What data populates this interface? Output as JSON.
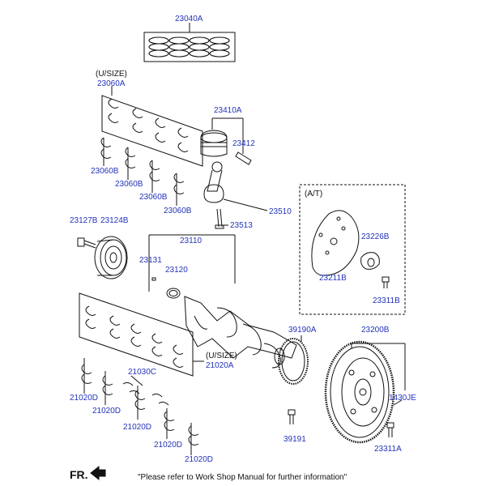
{
  "parts": {
    "p23040A": "23040A",
    "p23060A": "23060A",
    "p23060B_1": "23060B",
    "p23060B_2": "23060B",
    "p23060B_3": "23060B",
    "p23060B_4": "23060B",
    "p23410A": "23410A",
    "p23412": "23412",
    "p23510": "23510",
    "p23513": "23513",
    "p23127B": "23127B",
    "p23124B": "23124B",
    "p23110": "23110",
    "p23131": "23131",
    "p23120": "23120",
    "p23226B": "23226B",
    "p23211B": "23211B",
    "p23311B": "23311B",
    "p39190A": "39190A",
    "p23200B": "23200B",
    "p21020A": "21020A",
    "p21030C": "21030C",
    "p21020D_1": "21020D",
    "p21020D_2": "21020D",
    "p21020D_3": "21020D",
    "p21020D_4": "21020D",
    "p21020D_5": "21020D",
    "p1430JE": "1430JE",
    "p39191": "39191",
    "p23311A": "23311A"
  },
  "text": {
    "usize_top": "(U/SIZE)",
    "usize_bottom": "(U/SIZE)",
    "at": "(A/T)",
    "fr": "FR.",
    "footer": "\"Please refer to Work Shop Manual for further information\""
  }
}
